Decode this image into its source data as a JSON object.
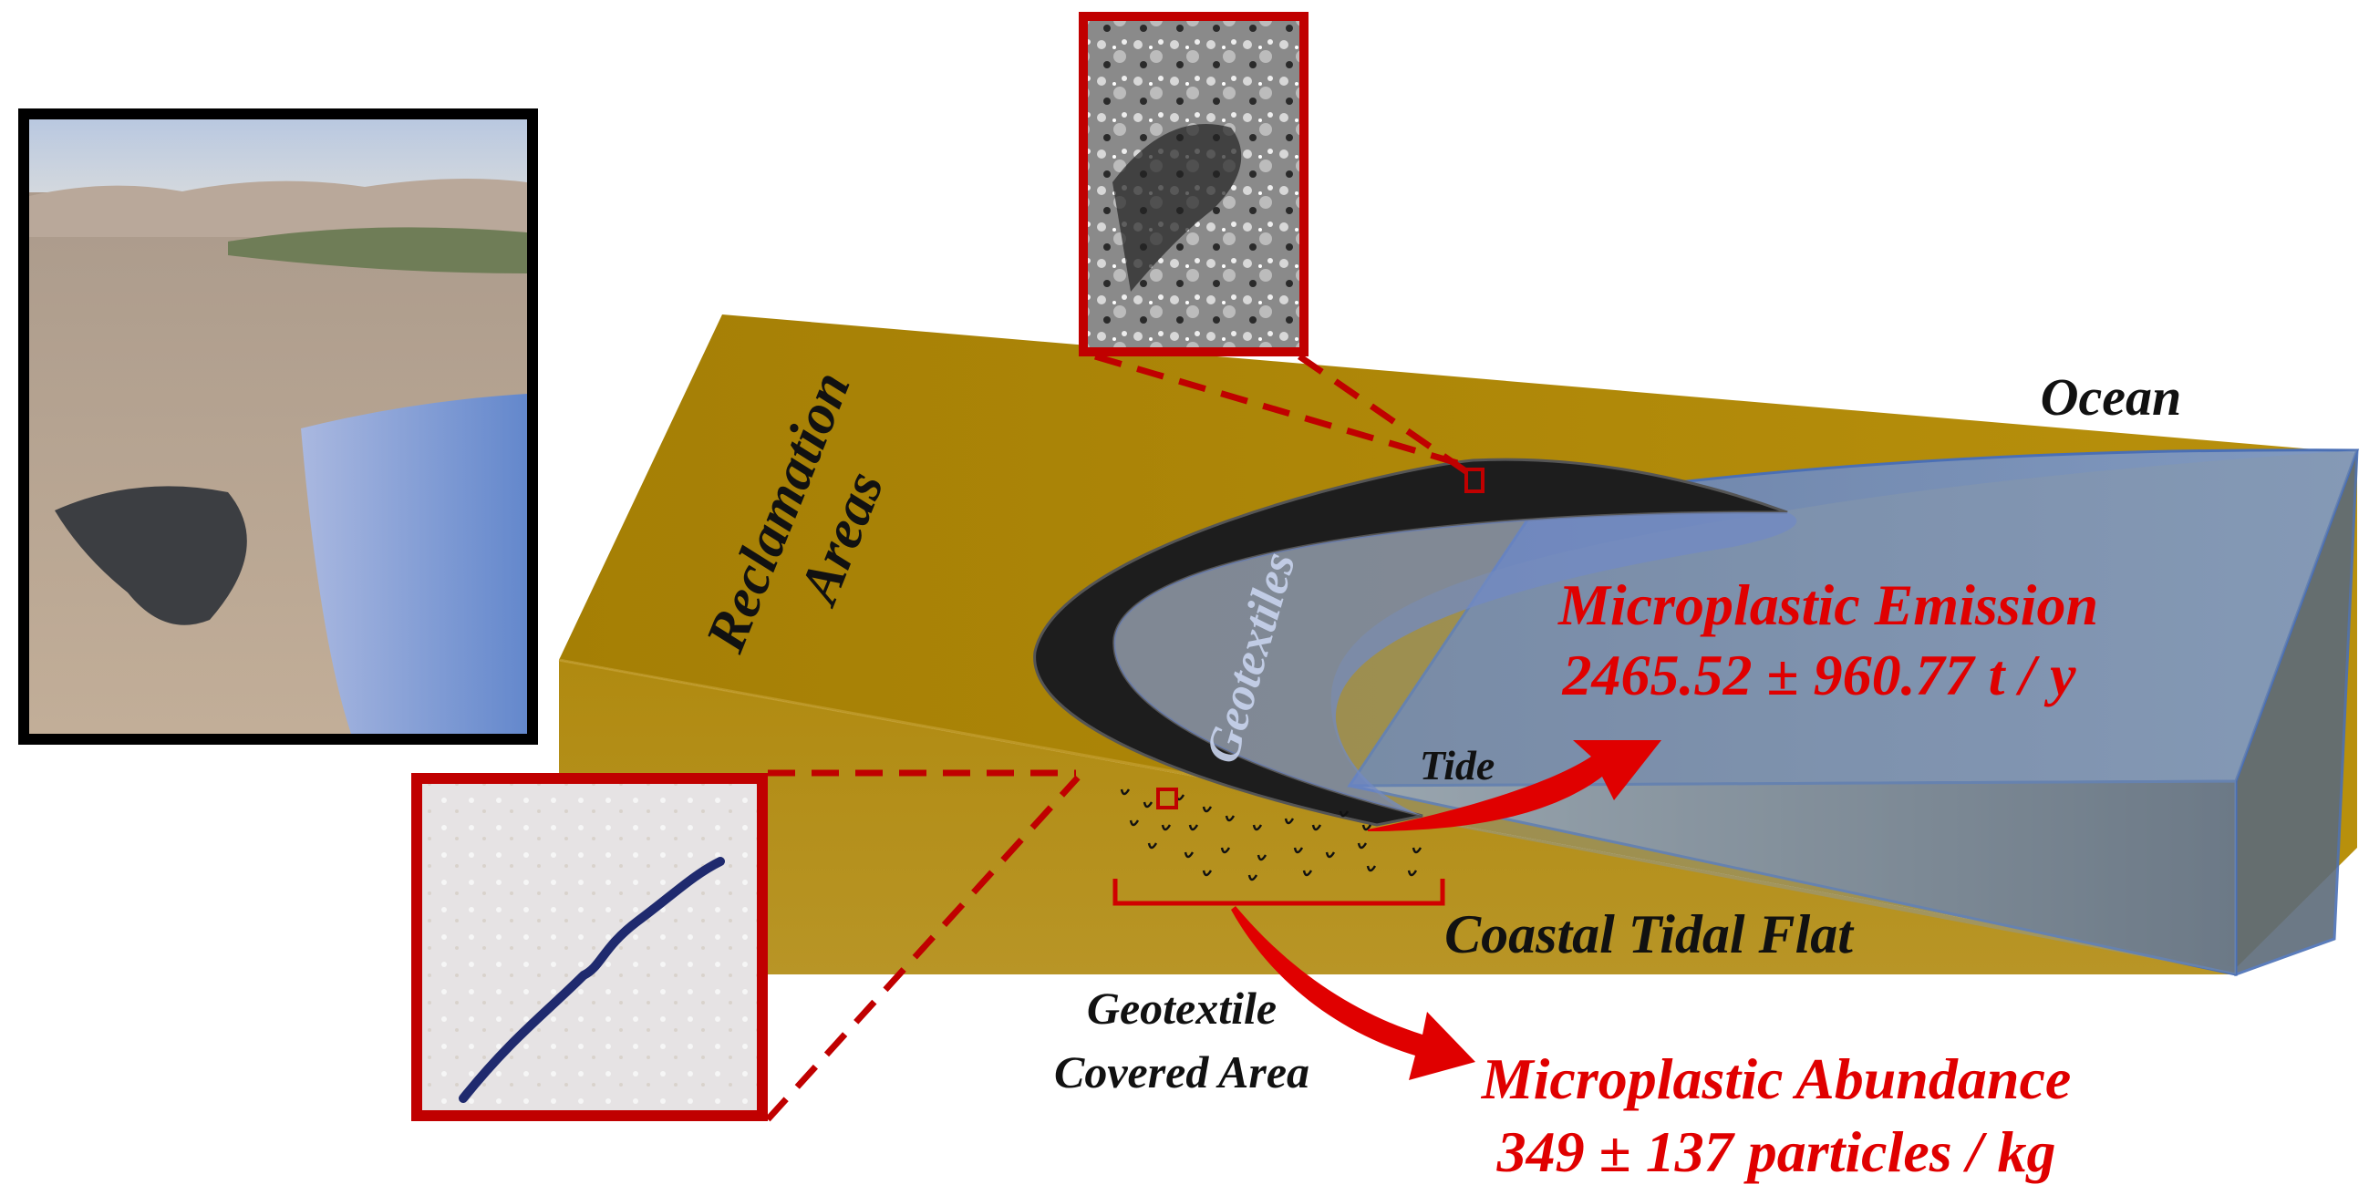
{
  "labels": {
    "reclamation_line1": "Reclamation",
    "reclamation_line2": "Areas",
    "ocean": "Ocean",
    "geotextiles": "Geotextiles",
    "emission_title": "Microplastic Emission",
    "emission_value": "2465.52 ± 960.77 t / y",
    "tide": "Tide",
    "coastal_tidal_flat": "Coastal Tidal Flat",
    "covered_area_line1": "Geotextile",
    "covered_area_line2": "Covered Area",
    "abundance_title": "Microplastic Abundance",
    "abundance_value": "349 ± 137 particles / kg"
  },
  "colors": {
    "reclamation": "#a8860a",
    "ocean": "#6a8fd0",
    "geotextile": "#1c1c1c",
    "highlight": "#e00000",
    "inset_frame_red": "#c00000",
    "inset_frame_black": "#000000"
  }
}
